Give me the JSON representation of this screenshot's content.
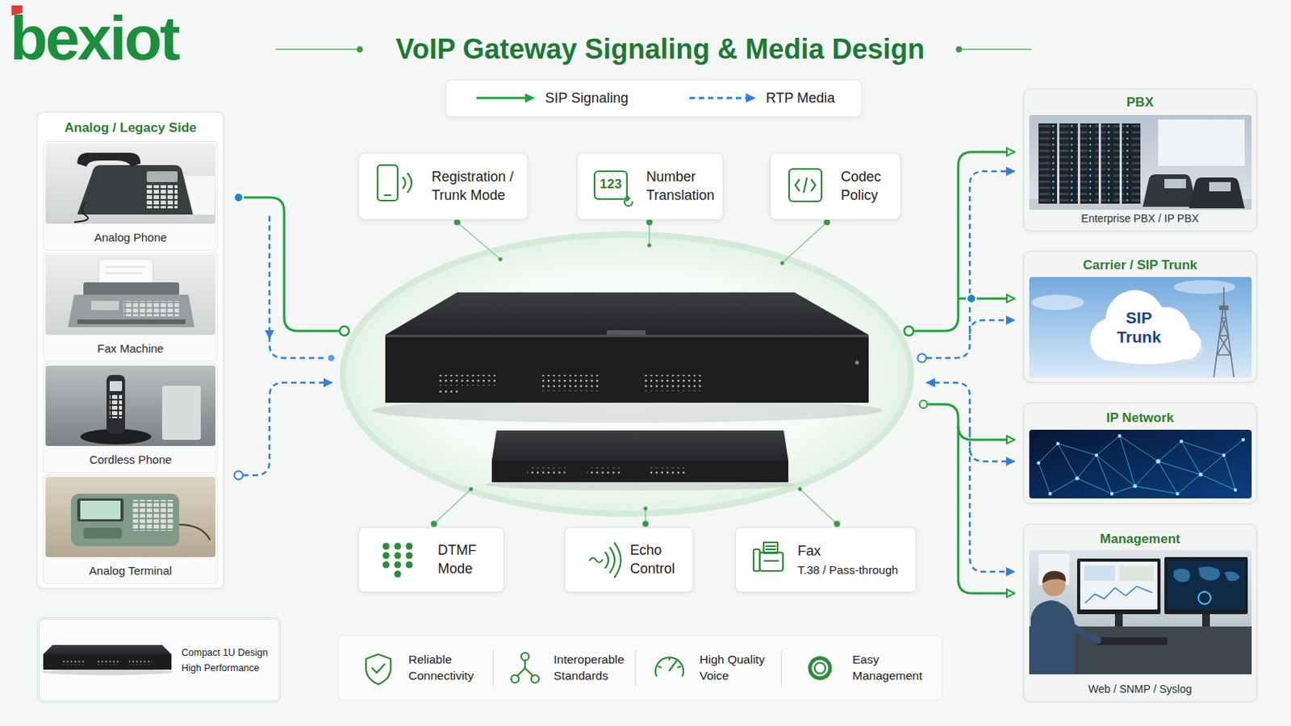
{
  "diagram": {
    "title": "VoIP Gateway Signaling & Media Design",
    "nodes": [
      {
        "text": [
          "Analog / Legacy Side"
        ]
      },
      {
        "text": [
          "Analog Phone"
        ],
        "in": 0
      },
      {
        "text": [
          "Fax Machine"
        ],
        "in": 0
      },
      {
        "text": [
          "Cordless Phone"
        ],
        "in": 0
      },
      {
        "text": [
          "Analog Terminal"
        ],
        "in": 0
      },
      {
        "text": [
          "Registration / Trunk Mode"
        ]
      },
      {
        "text": [
          "Number Translation"
        ]
      },
      {
        "text": [
          "Codec Policy"
        ]
      },
      {
        "text": [
          "PBX",
          "Enterprise PBX / IP PBX"
        ]
      },
      {
        "text": [
          "Carrier / SIP Trunk"
        ]
      },
      {
        "text": [
          "SIP Trunk"
        ],
        "in": 9
      },
      {
        "text": [
          "IP Network"
        ]
      },
      {
        "text": [
          "DTMF Mode"
        ]
      },
      {
        "text": [
          "Echo Control"
        ]
      },
      {
        "text": [
          "Fax",
          "T.38 / Pass-through"
        ]
      },
      {
        "text": [
          "Management",
          "Web / SNMP / Syslog"
        ]
      },
      {
        "text": [
          "Compact 1U Design High Performance"
        ]
      },
      {
        "text": [
          "Reliable Connectivity",
          "Interoperable Standards",
          "High Quality Voice",
          "Easy Management"
        ]
      }
    ],
    "labels": [
      "bexiot",
      "123"
    ],
    "legend": [
      {
        "text": "SIP Signaling"
      },
      {
        "text": "RTP Media"
      }
    ]
  }
}
